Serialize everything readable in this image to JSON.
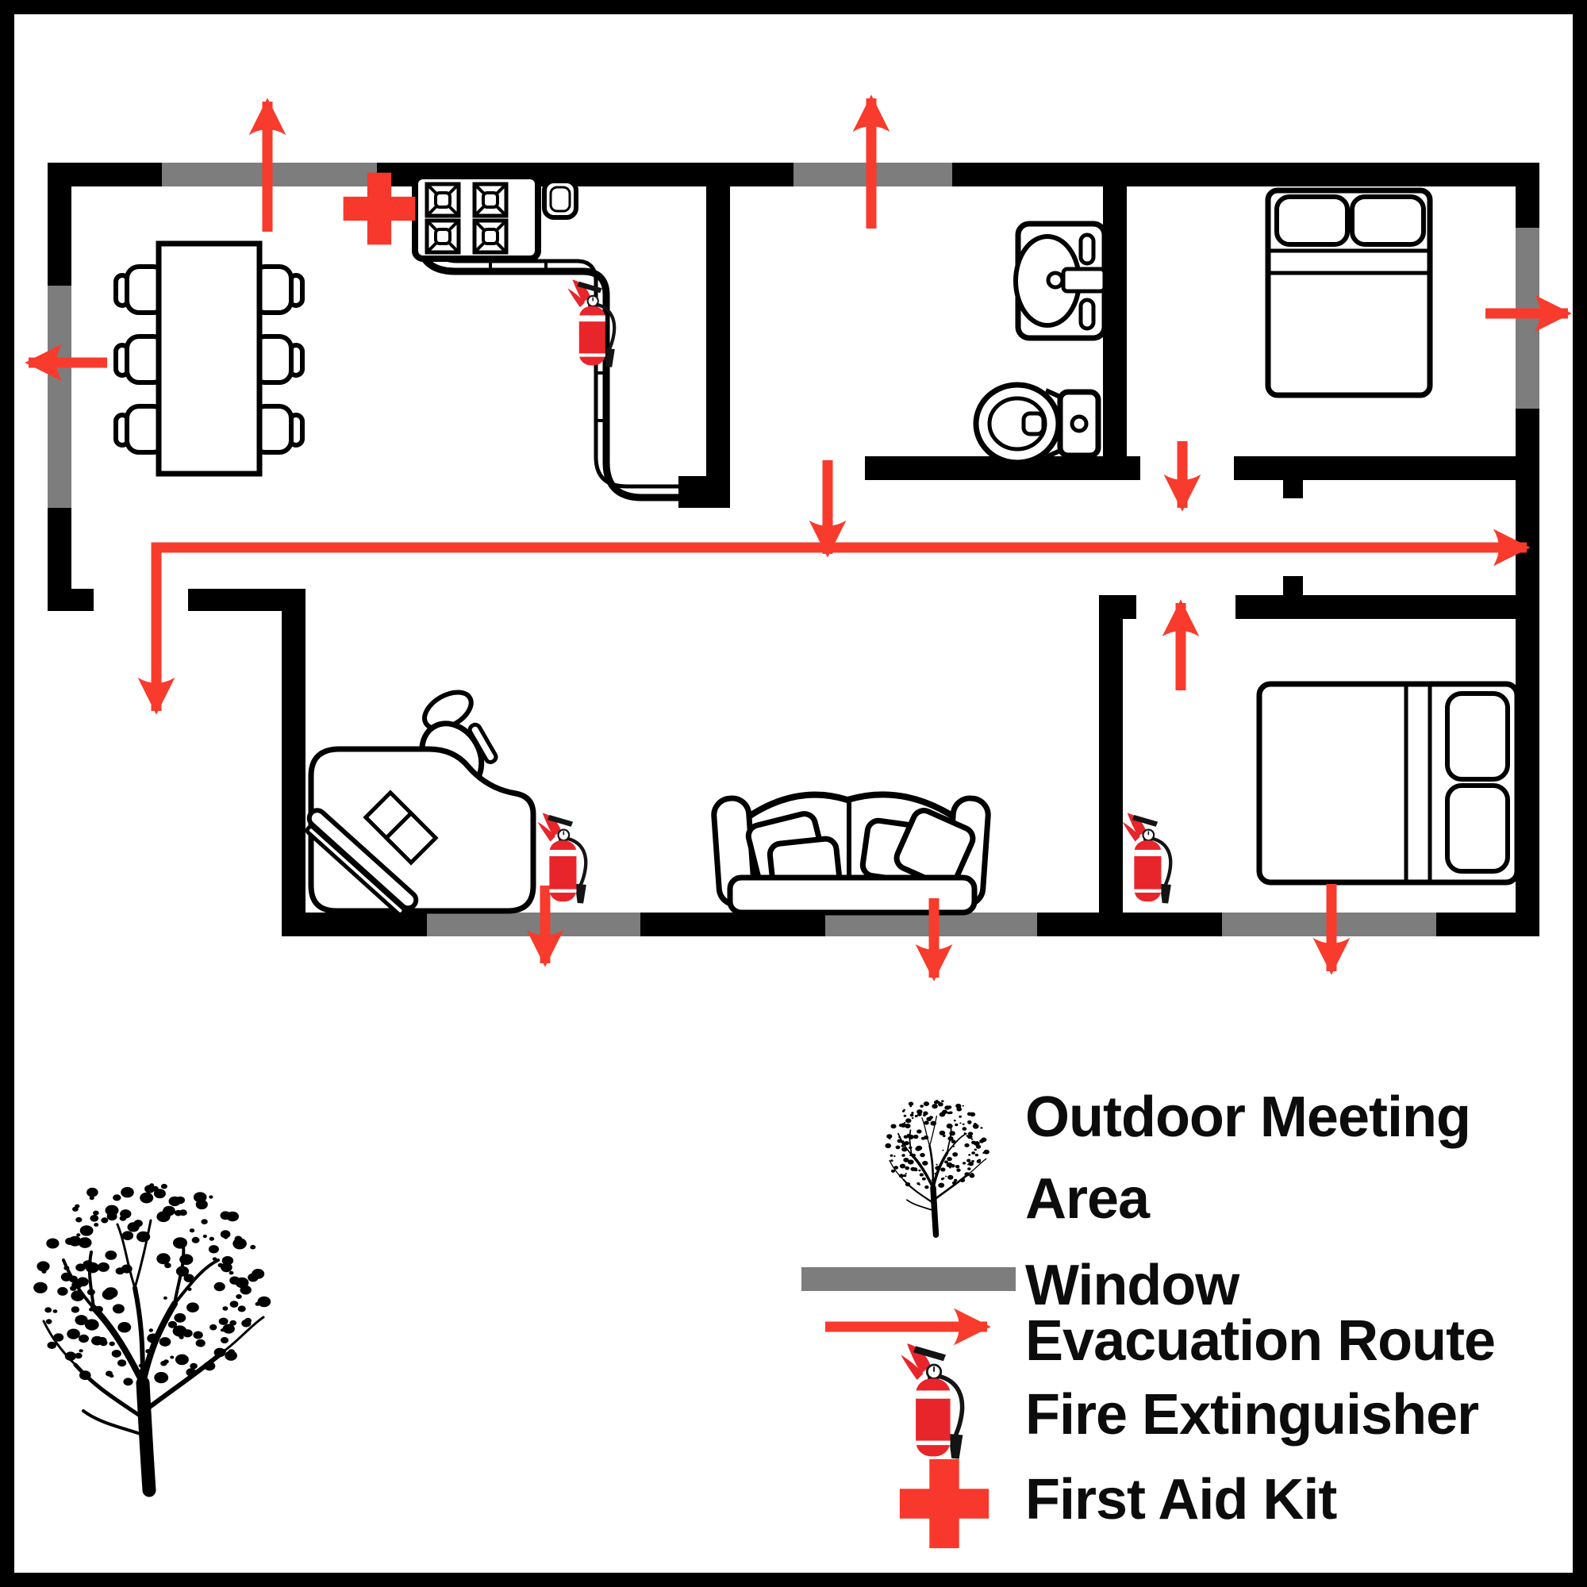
{
  "legend": {
    "items": [
      {
        "icon": "tree-icon",
        "label": "Outdoor Meeting Area"
      },
      {
        "icon": "window-swatch-icon",
        "label": "Window"
      },
      {
        "icon": "evacuation-route-arrow-icon",
        "label": "Evacuation Route"
      },
      {
        "icon": "fire-extinguisher-icon",
        "label": "Fire Extinguisher"
      },
      {
        "icon": "first-aid-kit-icon",
        "label": "First Aid Kit"
      }
    ]
  },
  "colors": {
    "wall": "#000000",
    "window": "#7d7d7d",
    "evacuation_route": "#f83b2c",
    "fire_extinguisher": "#e8252b",
    "first_aid": "#f8382c",
    "background": "#ffffff",
    "text": "#0c0c0c"
  },
  "plan": {
    "window_count": 7,
    "evacuation_arrow_count": 11,
    "fire_extinguisher_count": 3,
    "first_aid_kit_count": 1,
    "outdoor_meeting_tree_count": 1,
    "furniture": [
      "dining-table-with-six-chairs",
      "kitchen-stove-and-l-counter",
      "bathroom-sink",
      "toilet",
      "double-bed-top-right",
      "office-desk-with-chair",
      "sofa-with-pillows",
      "double-bed-bottom-right"
    ]
  }
}
